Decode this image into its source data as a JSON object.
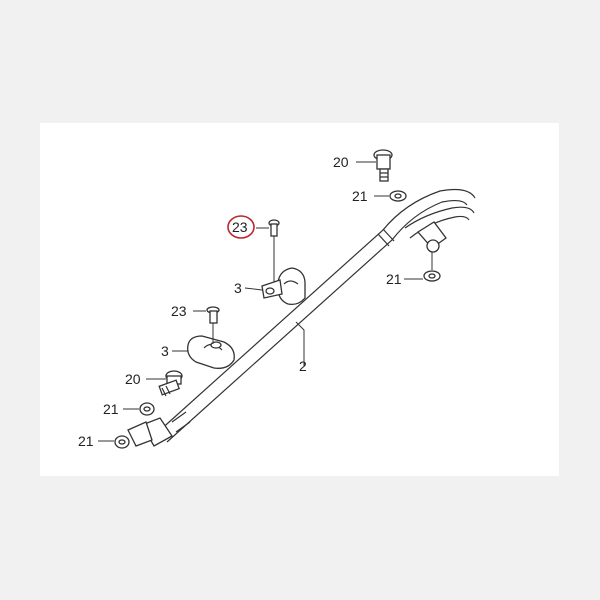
{
  "diagram": {
    "highlight_color": "#c0262d",
    "labels": {
      "bolt_top_right": "20",
      "washer_top_right": "21",
      "washer_banjo_right": "21",
      "screw_upper_highlighted": "23",
      "clamp_upper": "3",
      "screw_lower": "23",
      "clamp_lower": "3",
      "hose": "2",
      "bolt_lower_left": "20",
      "washer_lower_left_1": "21",
      "washer_lower_left_2": "21"
    },
    "highlighted_label": "23"
  }
}
